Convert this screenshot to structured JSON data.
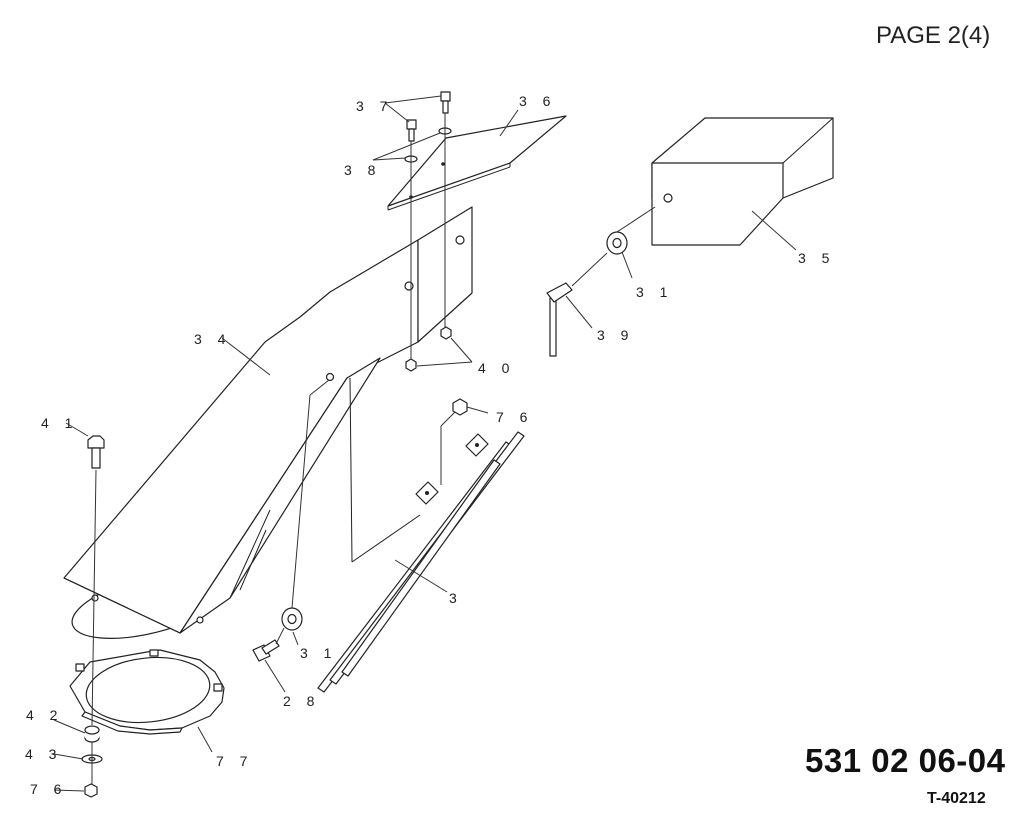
{
  "header": {
    "page": "PAGE 2(4)"
  },
  "footer": {
    "part_number": "531 02 06-04",
    "figure_id": "T-40212"
  },
  "callouts": {
    "c3": "3",
    "c28": "2 8",
    "c31a": "3 1",
    "c31b": "3 1",
    "c34": "3 4",
    "c35": "3 5",
    "c36": "3 6",
    "c37": "3 7",
    "c38": "3 8",
    "c39": "3 9",
    "c40": "4 0",
    "c41": "4 1",
    "c42": "4 2",
    "c43": "4 3",
    "c76a": "7 6",
    "c76b": "7 6",
    "c77": "7 7"
  }
}
